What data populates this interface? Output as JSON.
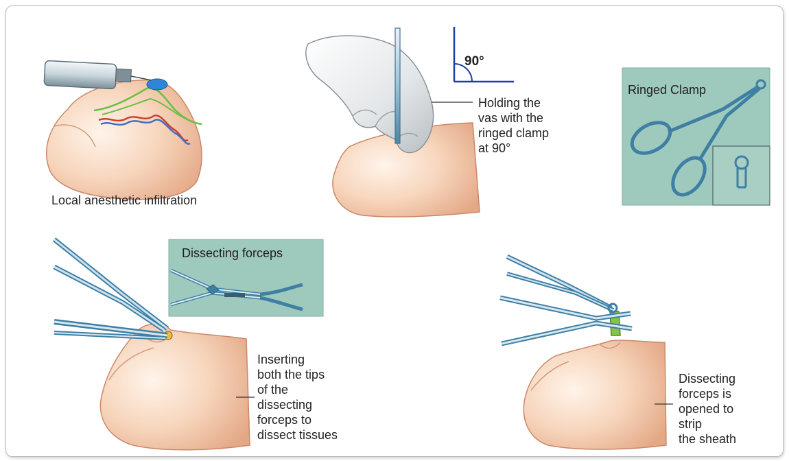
{
  "labels": {
    "local_anesthetic": "Local anesthetic infiltration",
    "angle": "90°",
    "holding": [
      "Holding the",
      "vas with the",
      "ringed clamp",
      "at 90°"
    ],
    "ringed_clamp": "Ringed Clamp",
    "dissecting_forceps": "Dissecting forceps",
    "inserting": [
      "Inserting",
      "both the tips",
      "of the",
      "dissecting",
      "forceps to",
      "dissect tissues"
    ],
    "opened": [
      "Dissecting",
      "forceps is",
      "opened to",
      "strip",
      "the sheath"
    ]
  },
  "colors": {
    "skin_light": "#fbe3d0",
    "skin_mid": "#f3c7a6",
    "skin_dark": "#d99a78",
    "panel_bg": "#9ec9bd",
    "instrument": "#4f8fb0",
    "angle_blue": "#1c3fa6"
  }
}
